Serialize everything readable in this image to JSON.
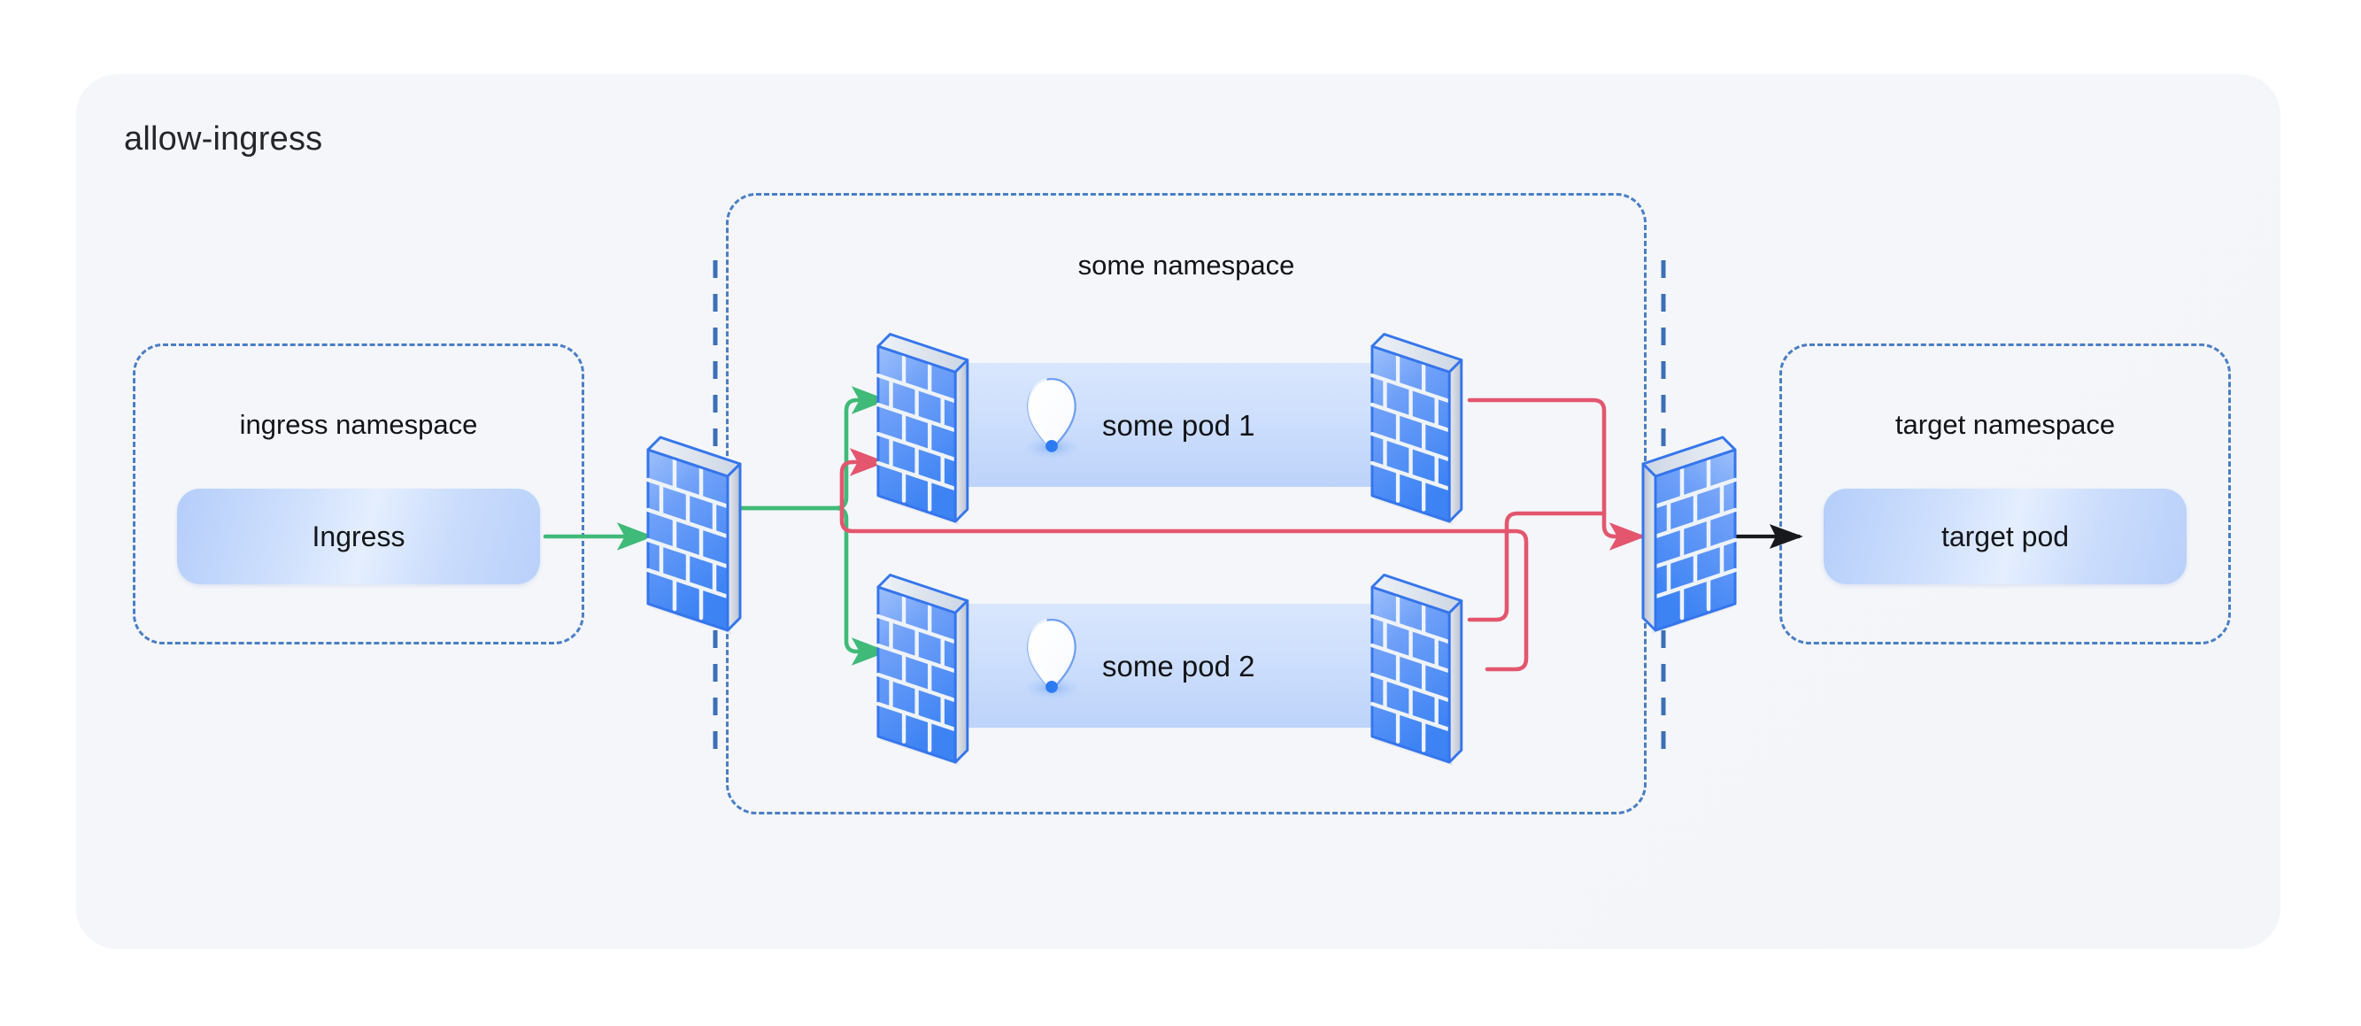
{
  "diagram": {
    "title": "allow-ingress",
    "background_color": "#f4f6fa",
    "page_background": "#ffffff"
  },
  "namespaces": [
    {
      "id": "ingress-namespace",
      "label": "ingress namespace",
      "border_color": "#4a7ec4",
      "border_style": "dashed",
      "resources": [
        {
          "id": "ingress",
          "label": "Ingress",
          "kind": "ingress",
          "fill": "#c5daf9"
        }
      ]
    },
    {
      "id": "some-namespace",
      "label": "some namespace",
      "border_color": "#4a7ec4",
      "border_style": "dashed",
      "resources": [
        {
          "id": "some-pod-1",
          "label": "some pod 1",
          "kind": "pod",
          "icon": "droplet-pin-icon"
        },
        {
          "id": "some-pod-2",
          "label": "some pod 2",
          "kind": "pod",
          "icon": "droplet-pin-icon"
        }
      ]
    },
    {
      "id": "target-namespace",
      "label": "target namespace",
      "border_color": "#4a7ec4",
      "border_style": "dashed",
      "resources": [
        {
          "id": "target-pod",
          "label": "target pod",
          "kind": "pod",
          "fill": "#c5daf9"
        }
      ]
    }
  ],
  "firewalls": [
    {
      "id": "firewall-ingress-edge",
      "icon": "firewall-brick-wall-icon",
      "facing": "right",
      "color": "#4d8bf5"
    },
    {
      "id": "firewall-pod1-left",
      "icon": "firewall-brick-wall-icon",
      "facing": "right",
      "color": "#4d8bf5"
    },
    {
      "id": "firewall-pod1-right",
      "icon": "firewall-brick-wall-icon",
      "facing": "right",
      "color": "#4d8bf5"
    },
    {
      "id": "firewall-pod2-left",
      "icon": "firewall-brick-wall-icon",
      "facing": "right",
      "color": "#4d8bf5"
    },
    {
      "id": "firewall-pod2-right",
      "icon": "firewall-brick-wall-icon",
      "facing": "right",
      "color": "#4d8bf5"
    },
    {
      "id": "firewall-target-edge",
      "icon": "firewall-brick-wall-icon",
      "facing": "left",
      "color": "#4d8bf5"
    }
  ],
  "connections": [
    {
      "id": "ingress-to-edge-firewall",
      "color": "#3fba78",
      "from": "ingress",
      "to": "firewall-ingress-edge",
      "arrow": true
    },
    {
      "id": "edge-firewall-to-pod1",
      "color": "#3fba78",
      "from": "firewall-ingress-edge",
      "to": "firewall-pod1-left",
      "arrow": true
    },
    {
      "id": "edge-firewall-to-pod2",
      "color": "#3fba78",
      "from": "firewall-ingress-edge",
      "to": "firewall-pod2-left",
      "arrow": true
    },
    {
      "id": "pod2-to-pod1",
      "color": "#e3566e",
      "from": "firewall-pod2-right",
      "to": "firewall-pod1-left",
      "arrow": true
    },
    {
      "id": "pod1-to-target-firewall",
      "color": "#e3566e",
      "from": "firewall-pod1-right",
      "to": "firewall-target-edge",
      "arrow": true
    },
    {
      "id": "pod2-to-target-firewall",
      "color": "#e3566e",
      "from": "firewall-pod2-right",
      "to": "firewall-target-edge",
      "arrow": false
    },
    {
      "id": "target-firewall-to-pod",
      "color": "#17191d",
      "from": "firewall-target-edge",
      "to": "target-pod",
      "arrow": true
    }
  ],
  "legend_colors": {
    "allowed_green": "#3fba78",
    "policy_pink": "#e3566e",
    "default_black": "#17191d",
    "namespace_border": "#4a7ec4",
    "firewall_blue": "#4d8bf5"
  }
}
